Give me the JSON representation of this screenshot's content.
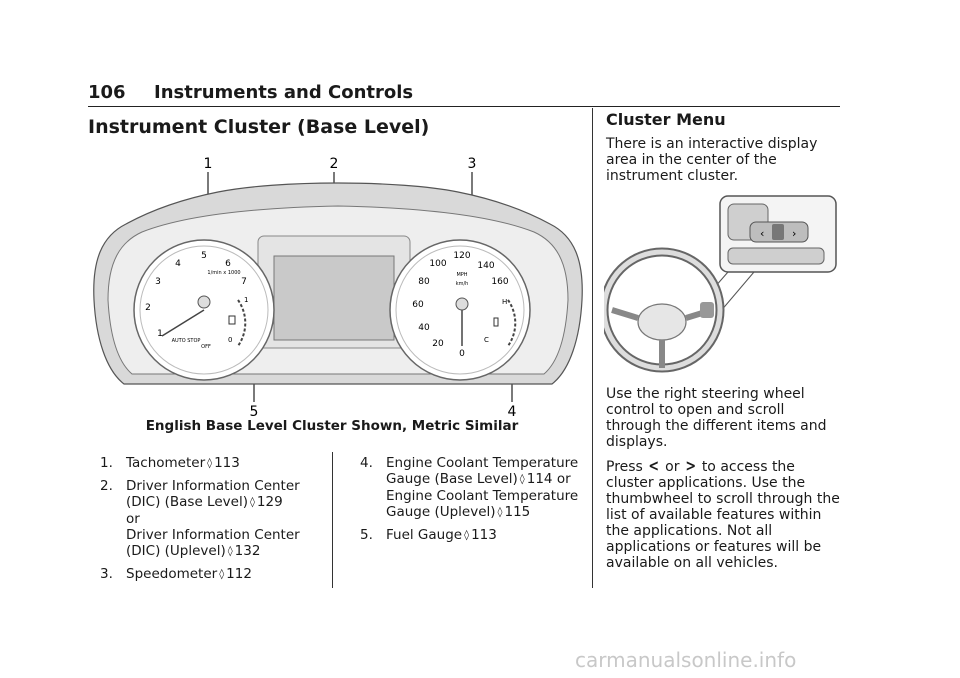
{
  "header": {
    "page_number": "106",
    "chapter_title": "Instruments and Controls"
  },
  "section_title": "Instrument Cluster (Base Level)",
  "figure": {
    "caption": "English Base Level Cluster Shown, Metric Similar",
    "callouts": [
      "1",
      "2",
      "3",
      "4",
      "5"
    ],
    "tach": {
      "ticks": [
        "1",
        "2",
        "3",
        "4",
        "5",
        "6",
        "7"
      ],
      "unit": "1/min x 1000",
      "auto_stop": "AUTO STOP",
      "off": "OFF"
    },
    "speedo": {
      "ticks": [
        "0",
        "20",
        "40",
        "60",
        "80",
        "100",
        "120",
        "140",
        "160"
      ],
      "mph": "MPH",
      "kmh": "km/h"
    },
    "fuel": {
      "full": "1",
      "empty": "0"
    },
    "temp": {
      "hot": "H",
      "cold": "C"
    }
  },
  "list_left": [
    {
      "num": "1.",
      "lines": [
        "Tachometer"
      ],
      "ref": "113"
    },
    {
      "num": "2.",
      "lines": [
        "Driver Information Center (DIC) (Base Level)",
        "or",
        "Driver Information Center (DIC) (Uplevel)"
      ],
      "ref1": "129",
      "ref2": "132"
    },
    {
      "num": "3.",
      "lines": [
        "Speedometer"
      ],
      "ref": "112"
    }
  ],
  "list_right": [
    {
      "num": "4.",
      "text1": "Engine Coolant Temperature Gauge (Base Level)",
      "ref1": "114",
      "mid": "or",
      "text2": "Engine Coolant Temperature Gauge (Uplevel)",
      "ref2": "115"
    },
    {
      "num": "5.",
      "text1": "Fuel Gauge",
      "ref1": "113"
    }
  ],
  "right": {
    "title": "Cluster Menu",
    "para1": "There is an interactive display area in the center of the instrument cluster.",
    "para2": "Use the right steering wheel control to open and scroll through the different items and displays.",
    "para3_a": "Press",
    "para3_or": "or",
    "para3_b": "to access the cluster applications. Use the thumbwheel to scroll through the list of available features within the applications. Not all applications or features will be available on all vehicles."
  },
  "ref_symbol": "◊",
  "watermark": "carmanualsonline.info"
}
